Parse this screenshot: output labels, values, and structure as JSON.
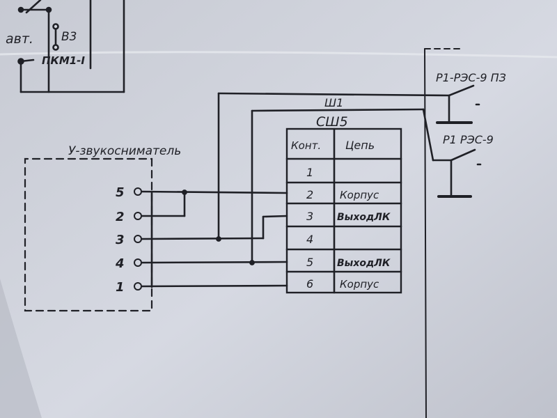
{
  "colors": {
    "paper": "#d2d5de",
    "paper_shade": "#b9bcc6",
    "ink": "#1f2026"
  },
  "top_block": {
    "labels": {
      "avt": "авт.",
      "v3": "В3",
      "pkm": "ПКМ1-I"
    }
  },
  "device": {
    "title": "У-звукосниматель",
    "pins": [
      "5",
      "2",
      "3",
      "4",
      "1"
    ]
  },
  "connector": {
    "label_top": "Ш1",
    "label": "СШ5",
    "header": {
      "contact": "Конт.",
      "circuit": "Цепь"
    },
    "rows": [
      {
        "contact": "1",
        "circuit": ""
      },
      {
        "contact": "2",
        "circuit": "Корпус"
      },
      {
        "contact": "3",
        "circuit": "ВыходЛК"
      },
      {
        "contact": "4",
        "circuit": ""
      },
      {
        "contact": "5",
        "circuit": "ВыходЛК"
      },
      {
        "contact": "6",
        "circuit": "Корпус"
      }
    ]
  },
  "relays": {
    "top": "Р1-РЭС-9 ПЗ",
    "bottom": "Р1 РЭС-9"
  }
}
